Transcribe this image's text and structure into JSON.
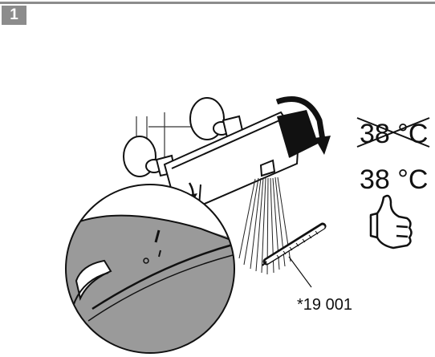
{
  "step": {
    "number": "1"
  },
  "temperature": {
    "wrong_label": "38 °C",
    "correct_label": "38 °C"
  },
  "part_number": "*19 001",
  "colors": {
    "step_gray": "#8c8c8c",
    "ink": "#111111"
  },
  "icons": [
    "thumbs-up-icon",
    "thermometer-icon",
    "rotate-arrow-icon"
  ]
}
